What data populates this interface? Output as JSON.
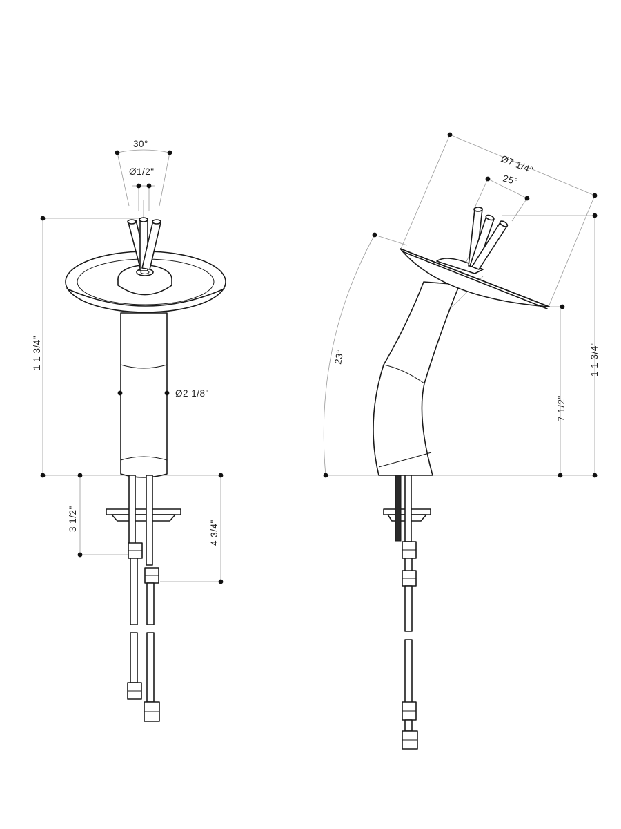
{
  "front_view": {
    "handle_angle": "30°",
    "supply_hole": "Ø1/2\"",
    "body_diameter": "Ø2 1/8\"",
    "overall_height": "1 1 3/4\"",
    "short_line_length": "3 1/2\"",
    "long_line_length": "4 3/4\""
  },
  "side_view": {
    "basin_diameter": "Ø7 1/4\"",
    "handle_angle": "25°",
    "tilt_angle": "23°",
    "overall_height": "1 1 3/4\"",
    "spout_height": "7 1/2\""
  },
  "colors": {
    "line": "#1a1a1a",
    "dimension": "#9a9a9a",
    "dot": "#111111"
  }
}
